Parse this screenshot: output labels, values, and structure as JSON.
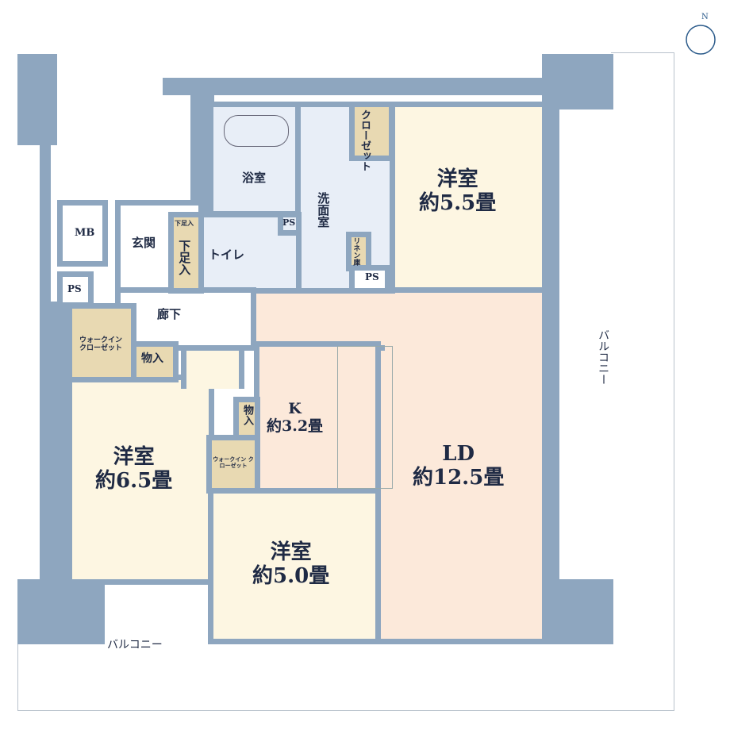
{
  "rooms": {
    "western_room_1": {
      "name": "洋室",
      "size": "約5.5畳"
    },
    "western_room_2": {
      "name": "洋室",
      "size": "約6.5畳"
    },
    "western_room_3": {
      "name": "洋室",
      "size": "約5.0畳"
    },
    "ld": {
      "name": "LD",
      "size": "約12.5畳"
    },
    "kitchen": {
      "name": "K",
      "size": "約3.2畳"
    },
    "bathroom": "浴室",
    "washroom": "洗面室",
    "toilet": "トイレ",
    "entrance": "玄関",
    "hallway": "廊下",
    "shoe_storage_small": "下足入",
    "shoe_storage": "下足入",
    "closet": "クローゼット",
    "linen": "リネン庫",
    "mb": "MB",
    "ps": [
      "PS",
      "PS",
      "PS"
    ],
    "wic_1": "ウォークイン クローゼット",
    "wic_2": "ウォークイン クローゼット",
    "storage_1": "物入",
    "storage_2": "物入"
  },
  "balconies": {
    "right": "バルコニー",
    "bottom": "バルコニー"
  },
  "compass": {
    "label": "N"
  },
  "colors": {
    "wall": "#8ea6bf",
    "bedroom": "#fdf6e2",
    "living": "#fce9da",
    "wet_area": "#e8eef7",
    "storage": "#e8d9b2"
  }
}
